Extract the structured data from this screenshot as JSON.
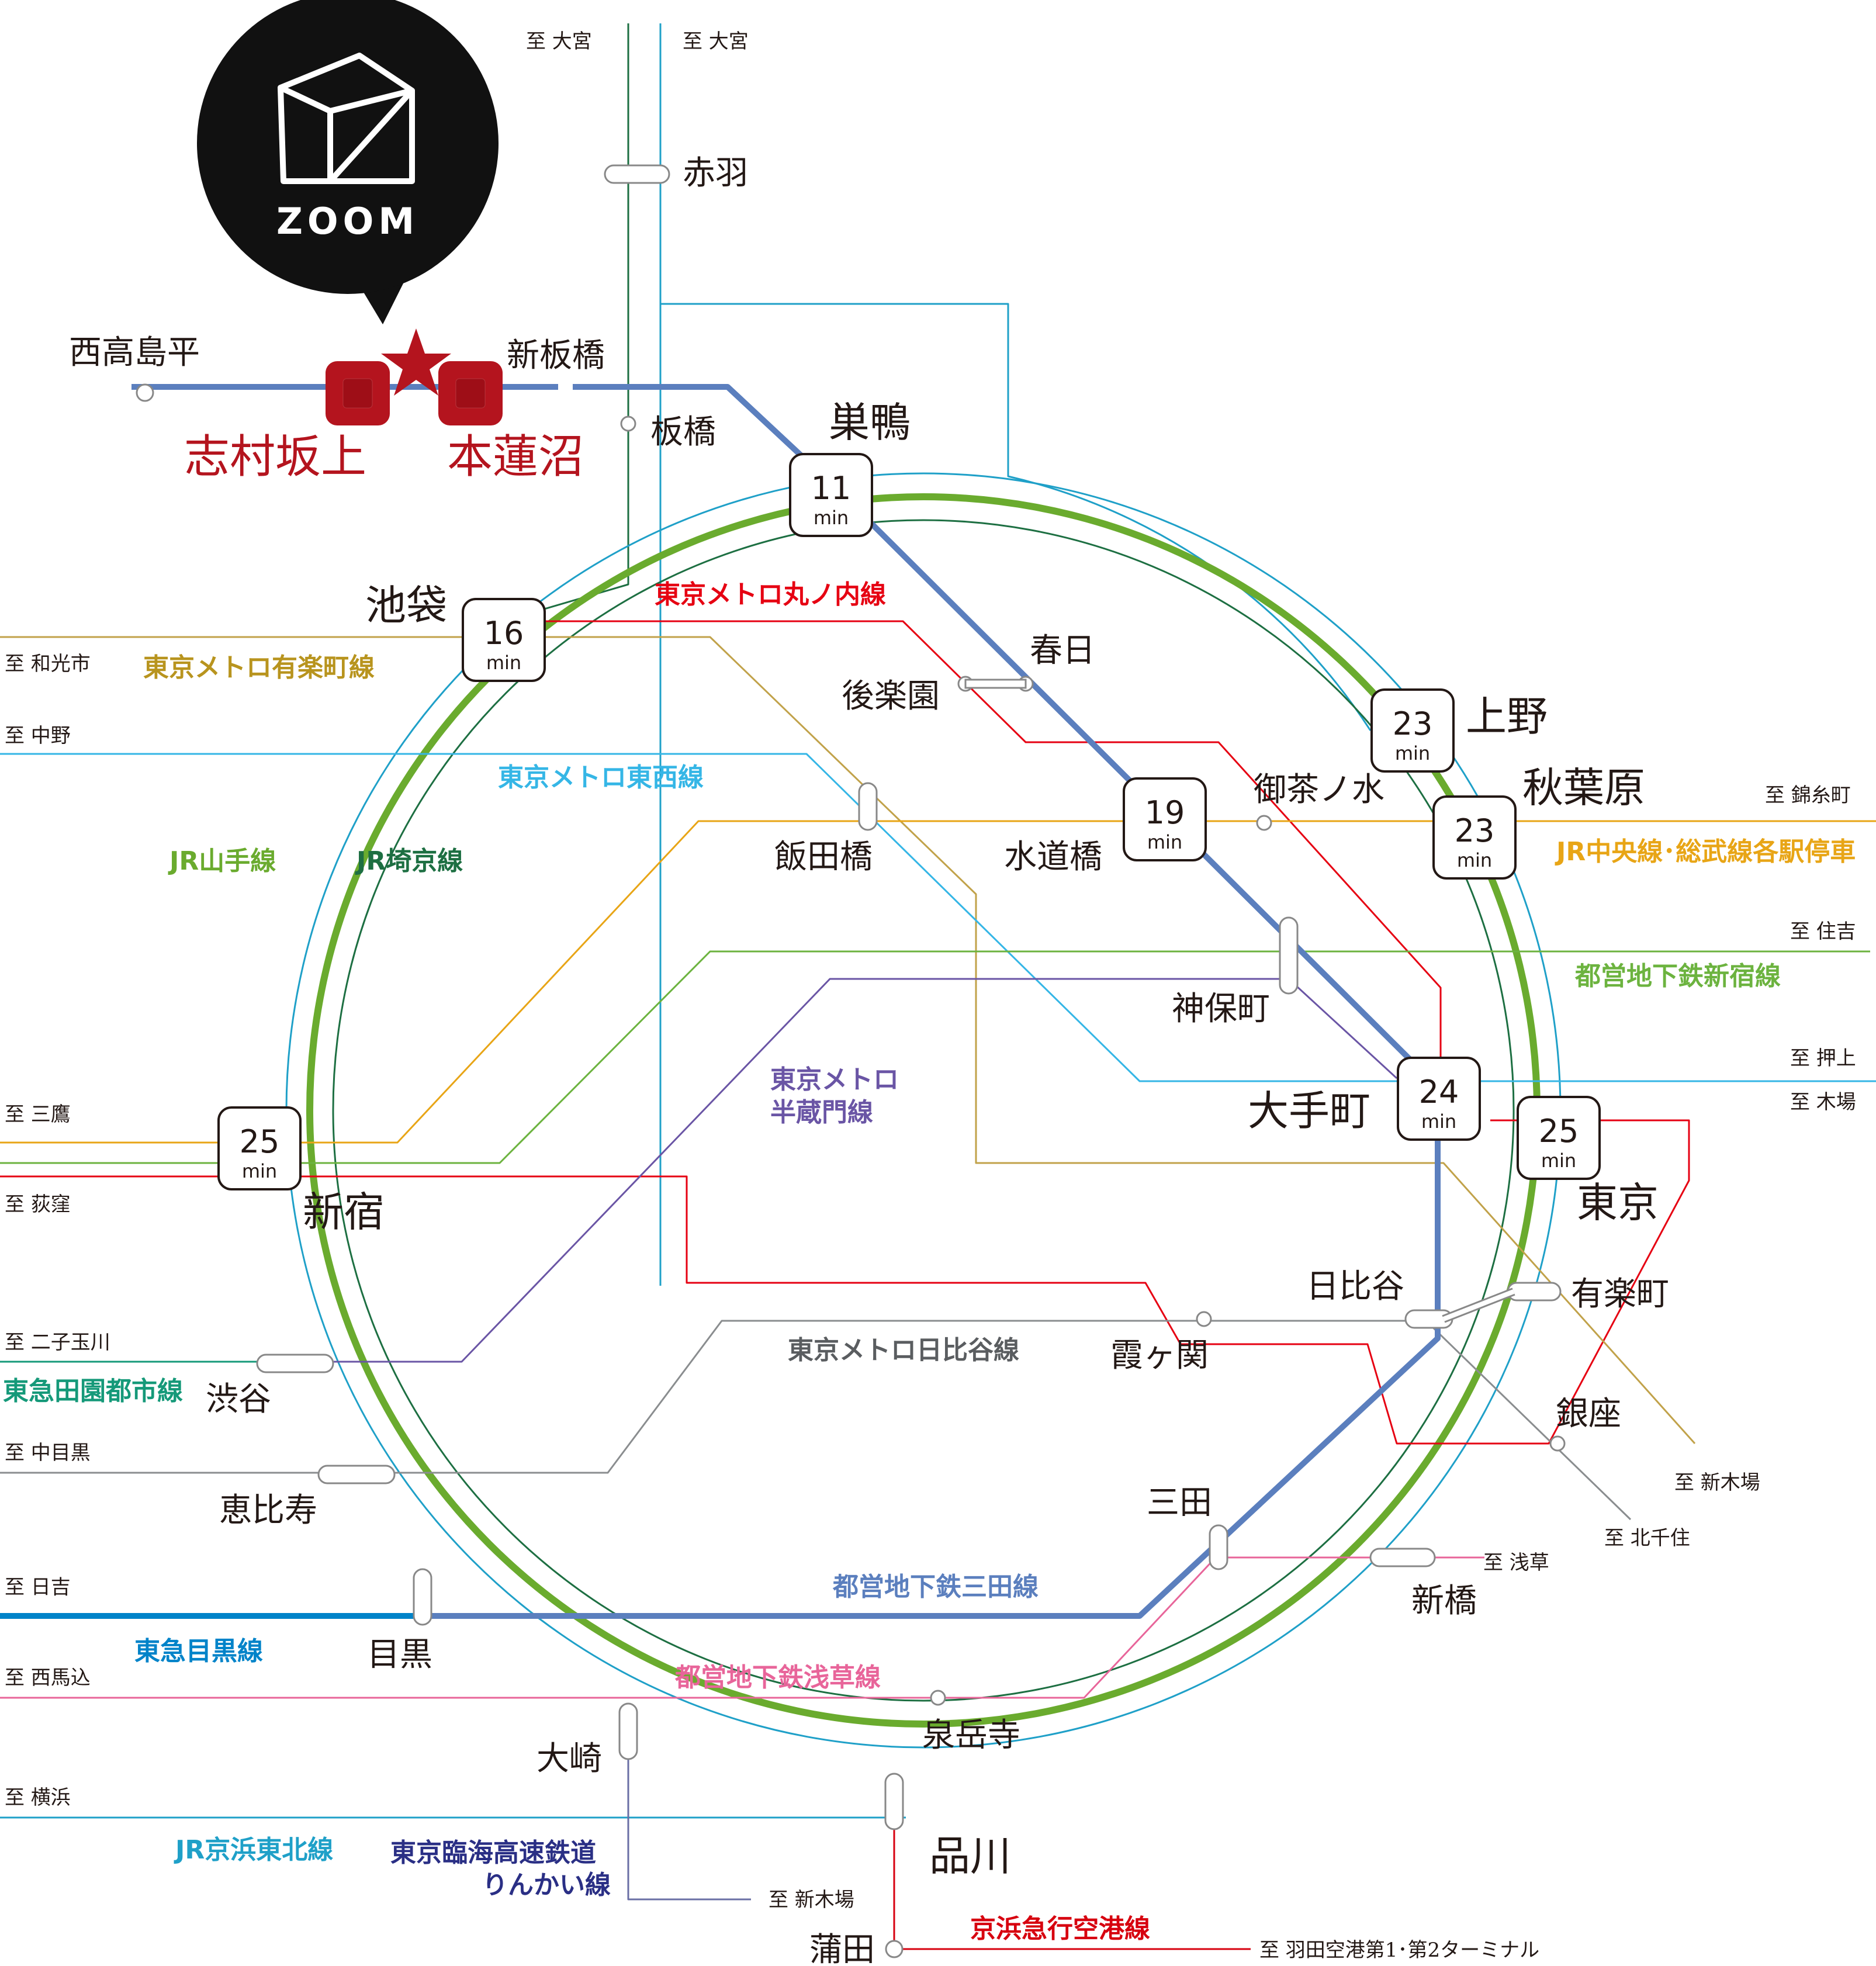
{
  "logo": {
    "text": "ZOOM"
  },
  "colors": {
    "yamanote": "#6aab2e",
    "saikyo": "#1d6f42",
    "keihin": "#1fa0c8",
    "mita": "#5b7fbe",
    "marunouchi": "#e60012",
    "yurakucho": "#c1a24a",
    "tozai": "#35b6e6",
    "chuo_sobu": "#e8a516",
    "shinjuku": "#6cb33f",
    "hanzomon": "#6a55a5",
    "hibiya": "#8a8d8f",
    "asakusa": "#e8659a",
    "rinkai": "#2a2f85",
    "keikyu": "#d7000f",
    "meguro": "#0083c9",
    "toyoko_den": "#159979",
    "accent_red": "#b4141e"
  },
  "home_stations": {
    "shimura": "志村坂上",
    "hasune": "本蓮沼",
    "nishidai": "西高島平",
    "shinitabashi": "新板橋"
  },
  "stations": {
    "akabane": "赤羽",
    "itabashi": "板橋",
    "sugamo": "巣鴨",
    "ikebukuro": "池袋",
    "kasuga": "春日",
    "korakuen": "後楽園",
    "ueno": "上野",
    "akihabara": "秋葉原",
    "ochanomizu": "御茶ノ水",
    "suidobashi": "水道橋",
    "iidabashi": "飯田橋",
    "jimbocho": "神保町",
    "otemachi": "大手町",
    "tokyo": "東京",
    "shinjuku": "新宿",
    "hibiya": "日比谷",
    "yurakucho": "有楽町",
    "kasumigaseki": "霞ヶ関",
    "ginza": "銀座",
    "shibuya": "渋谷",
    "ebisu": "恵比寿",
    "mita": "三田",
    "shimbashi": "新橋",
    "meguro": "目黒",
    "sengakuji": "泉岳寺",
    "osaki": "大崎",
    "shinagawa": "品川",
    "kamata": "蒲田"
  },
  "times": {
    "unit": "min",
    "sugamo": "11",
    "ikebukuro": "16",
    "ueno": "23",
    "akihabara": "23",
    "suidobashi": "19",
    "otemachi": "24",
    "tokyo": "25",
    "shinjuku": "25"
  },
  "destinations": {
    "omiya1": "至 大宮",
    "omiya2": "至 大宮",
    "wakoshi": "至 和光市",
    "nakano": "至 中野",
    "kinshicho": "至 錦糸町",
    "sumiyoshi": "至 住吉",
    "oshiage": "至 押上",
    "kiba": "至 木場",
    "mitaka": "至 三鷹",
    "ogikubo": "至 荻窪",
    "futako": "至 二子玉川",
    "nakameguro": "至 中目黒",
    "hiyoshi": "至 日吉",
    "nishimagome": "至 西馬込",
    "yokohama": "至 横浜",
    "shinkiba1": "至 新木場",
    "kitasenju": "至 北千住",
    "asakusa": "至 浅草",
    "shinkiba2": "至 新木場",
    "haneda": "至 羽田空港第1･第2ターミナル"
  },
  "lines": {
    "marunouchi": "東京メトロ丸ノ内線",
    "yurakucho": "東京メトロ有楽町線",
    "tozai": "東京メトロ東西線",
    "yamanote": "JR山手線",
    "saikyo": "JR埼京線",
    "chuo_sobu": "JR中央線･総武線各駅停車",
    "shinjuku": "都営地下鉄新宿線",
    "hanzomon1": "東京メトロ",
    "hanzomon2": "半蔵門線",
    "hibiya": "東京メトロ日比谷線",
    "toyoko_den": "東急田園都市線",
    "mita": "都営地下鉄三田線",
    "meguro": "東急目黒線",
    "asakusa": "都営地下鉄浅草線",
    "keihin": "JR京浜東北線",
    "rinkai1": "東京臨海高速鉄道",
    "rinkai2": "りんかい線",
    "keikyu": "京浜急行空港線"
  }
}
